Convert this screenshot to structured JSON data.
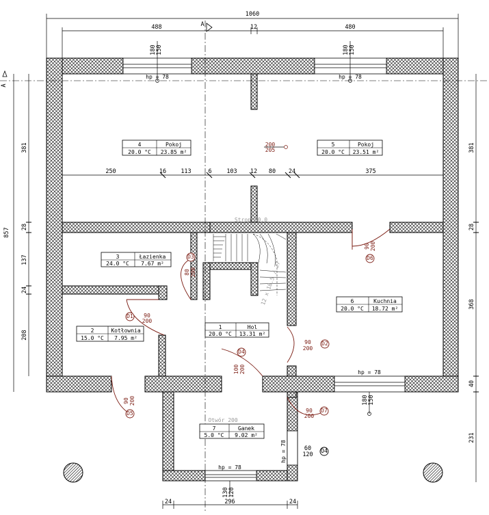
{
  "dimensions": {
    "top_total": "1060",
    "top_left": "488",
    "top_mid": "12",
    "top_right": "480",
    "bottom_total": "296",
    "bottom_left": "24",
    "bottom_right": "24",
    "left_total": "857",
    "left_381": "381",
    "left_28": "28",
    "left_137": "137",
    "left_24": "24",
    "left_208": "208",
    "right_381": "381",
    "right_28": "28",
    "right_368": "368",
    "right_40": "40",
    "right_231": "231",
    "inner_row": [
      "250",
      "16",
      "113",
      "6",
      "103",
      "12",
      "80",
      "24",
      "375"
    ]
  },
  "section_marker": "A",
  "hp_labels": {
    "top_left": "hp = 78",
    "top_right": "hp = 78",
    "kitchen": "hp = 78",
    "porch_bottom": "hp = 78",
    "porch_side": "hp = 78"
  },
  "rooms": [
    {
      "num": "4",
      "name": "Pokoj",
      "temp": "20.0 °C",
      "area": "23.85 m²"
    },
    {
      "num": "5",
      "name": "Pokoj",
      "temp": "20.0 °C",
      "area": "23.51 m²"
    },
    {
      "num": "3",
      "name": "Łazienka",
      "temp": "24.0 °C",
      "area": "7.67 m²"
    },
    {
      "num": "6",
      "name": "Kuchnia",
      "temp": "20.0 °C",
      "area": "18.72 m²"
    },
    {
      "num": "1",
      "name": "Hol",
      "temp": "20.0 °C",
      "area": "13.31 m²"
    },
    {
      "num": "2",
      "name": "Kotłownia",
      "temp": "15.0 °C",
      "area": "7.95 m²"
    },
    {
      "num": "7",
      "name": "Ganek",
      "temp": "5.0 °C",
      "area": "9.02 m²"
    }
  ],
  "openings": {
    "window_tl": {
      "w": "180",
      "h": "150"
    },
    "window_tr": {
      "w": "180",
      "h": "150"
    },
    "window_kitchen": {
      "w": "180",
      "h": "150"
    },
    "window_porch": {
      "w": "130",
      "h": "120"
    },
    "window_porch_side": {
      "w": "60",
      "h": "120"
    },
    "center_opening": {
      "w": "200",
      "h": "205"
    },
    "door_bath": {
      "w": "80",
      "h": "200"
    },
    "door_boiler": {
      "w": "90",
      "h": "200"
    },
    "door_kitchen": {
      "w": "90",
      "h": "200"
    },
    "door_hall_kitchen": {
      "w": "90",
      "h": "200"
    },
    "door_hall_main": {
      "w": "100",
      "h": "200"
    },
    "door_boiler_ext": {
      "w": "90",
      "h": "200"
    },
    "door_porch": {
      "w": "90",
      "h": "200"
    }
  },
  "door_marks": {
    "d1": "D1",
    "d2": "D2",
    "d3": "D3",
    "d4": "D4",
    "d5": "D5",
    "d6": "D6",
    "d7": "D7",
    "o4": "O4"
  },
  "stair_note": "12 x 18.5 / 27",
  "strop_label": "Strop 80.0",
  "porch_extra": "Otwór 200"
}
